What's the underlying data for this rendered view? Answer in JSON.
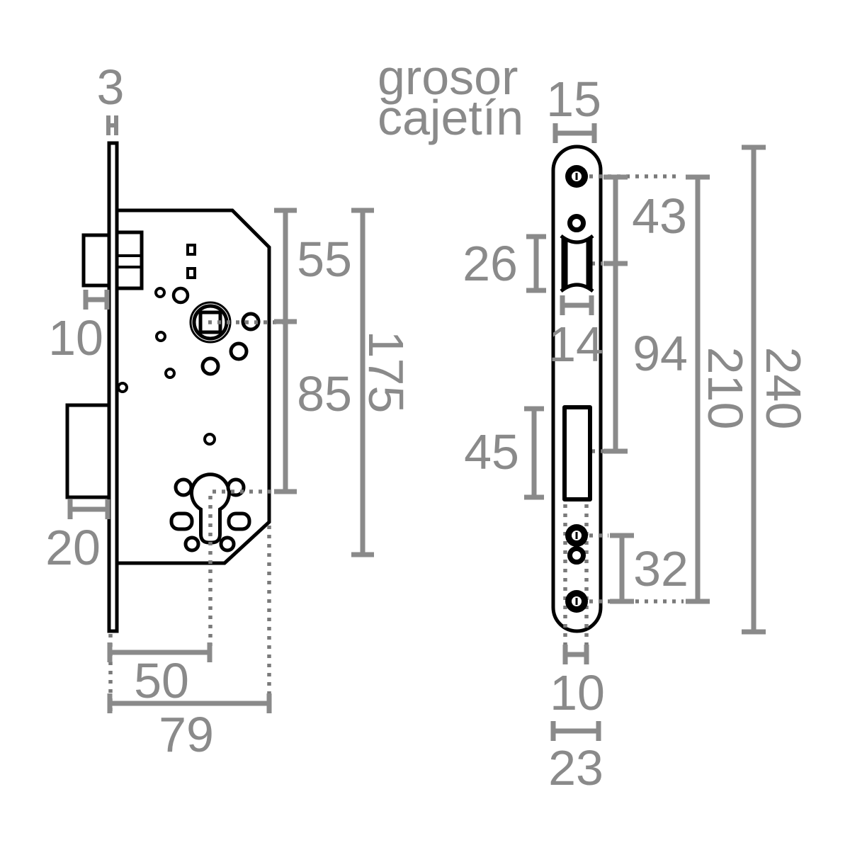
{
  "diagram": {
    "type": "mortise-lock-dimension-drawing",
    "colors": {
      "part_line": "#000000",
      "dimension": "#8a8a8a",
      "background": "#ffffff"
    },
    "title": {
      "line1": "grosor",
      "line2": "cajetín"
    },
    "left_view": {
      "dims": {
        "faceplate_thickness": "3",
        "latch_protrusion": "10",
        "deadbolt_protrusion": "20",
        "backset": "50",
        "body_depth": "79",
        "top_to_spindle": "55",
        "spindle_to_cylinder": "85",
        "body_height": "175"
      }
    },
    "right_view": {
      "dims": {
        "plate_width_top": "15",
        "latch_opening_height": "26",
        "latch_opening_width": "14",
        "screw_to_latch": "43",
        "latch_to_deadbolt": "94",
        "deadbolt_opening_height": "45",
        "deadbolt_to_screw": "32",
        "slot_width": "10",
        "plate_width_bottom": "23",
        "screw_centers_distance": "210",
        "plate_total_length": "240"
      }
    }
  }
}
